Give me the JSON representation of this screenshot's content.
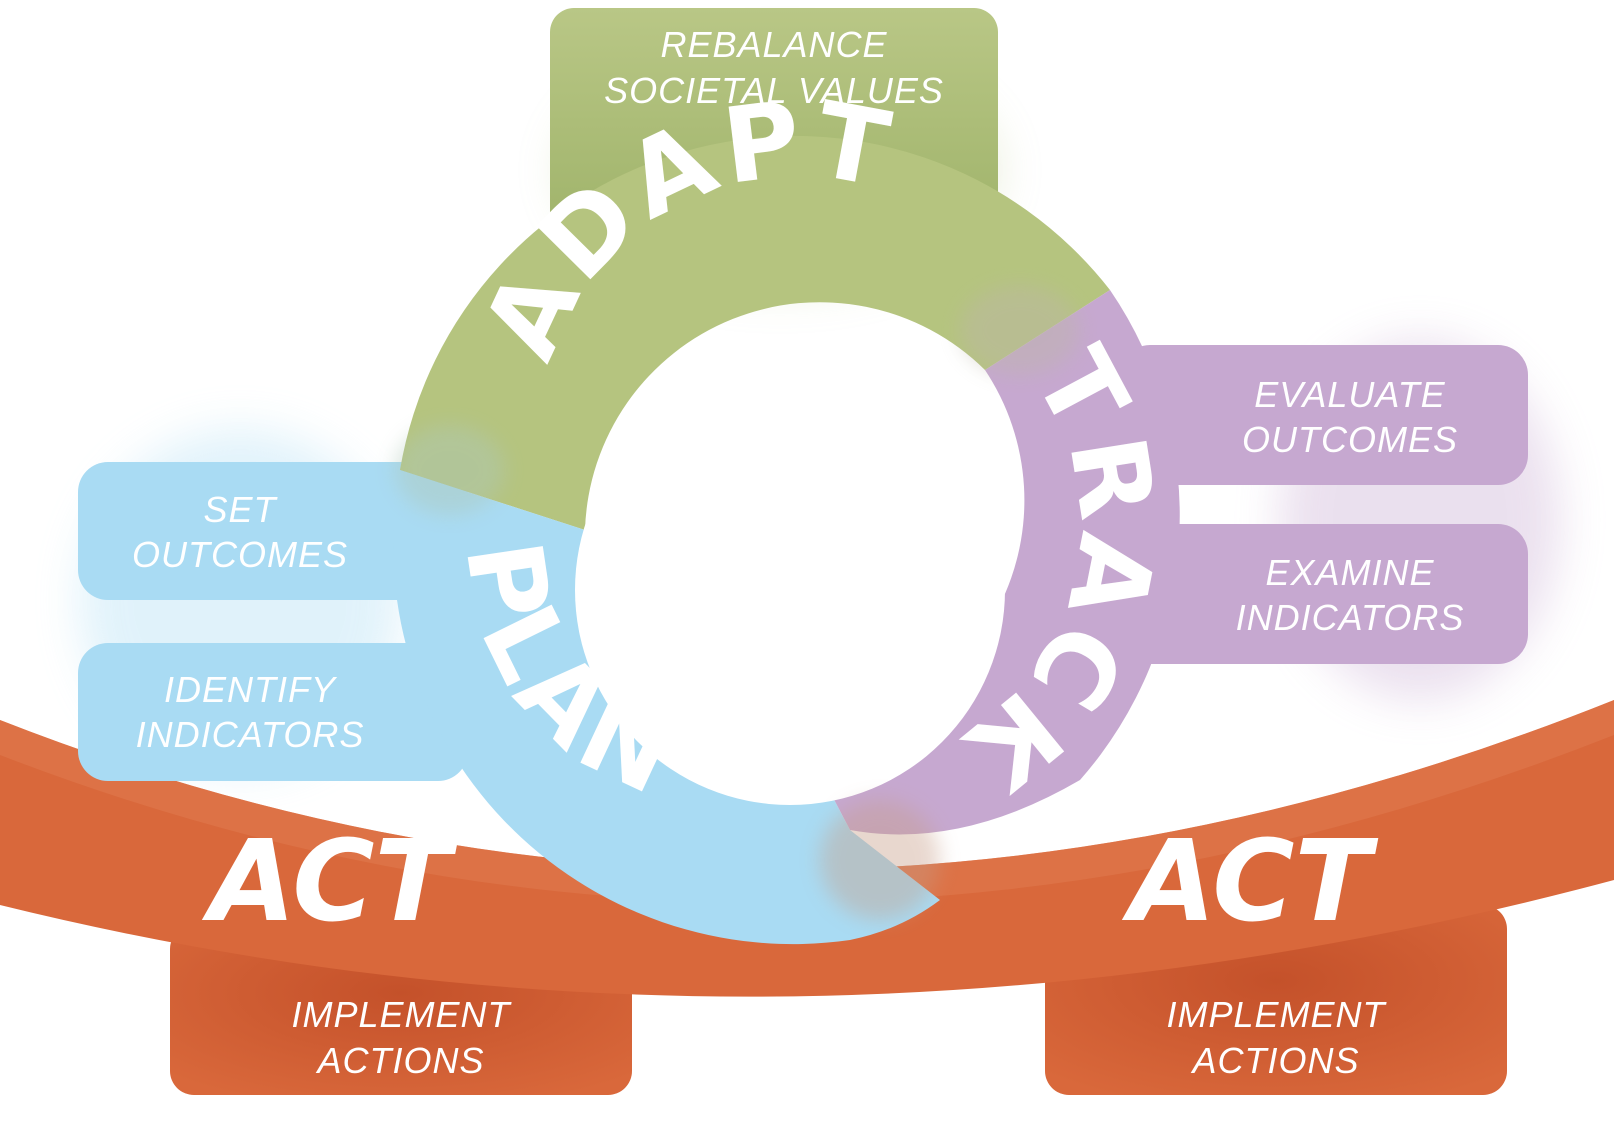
{
  "colors": {
    "green": "#b5c47f",
    "green_dark": "#9fb36a",
    "purple": "#c6a8d0",
    "blue": "#a9dbf3",
    "orange": "#d9683b",
    "orange_dark": "#c4512a"
  },
  "stages": {
    "adapt": {
      "label": "ADAPT",
      "box": {
        "line1": "REBALANCE",
        "line2": "SOCIETAL VALUES"
      }
    },
    "track": {
      "label": "TRACK",
      "boxes": [
        {
          "line1": "EVALUATE",
          "line2": "OUTCOMES"
        },
        {
          "line1": "EXAMINE",
          "line2": "INDICATORS"
        }
      ]
    },
    "plan": {
      "label": "PLAN",
      "boxes": [
        {
          "line1": "SET",
          "line2": "OUTCOMES"
        },
        {
          "line1": "IDENTIFY",
          "line2": "INDICATORS"
        }
      ]
    },
    "act": [
      {
        "label": "ACT",
        "box": {
          "line1": "IMPLEMENT",
          "line2": "ACTIONS"
        }
      },
      {
        "label": "ACT",
        "box": {
          "line1": "IMPLEMENT",
          "line2": "ACTIONS"
        }
      }
    ]
  }
}
